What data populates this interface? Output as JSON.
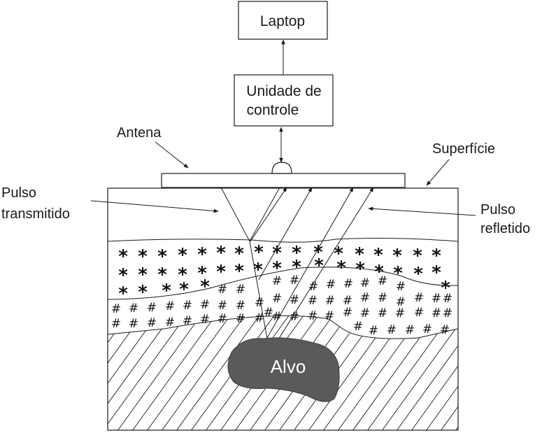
{
  "boxes": {
    "laptop": "Laptop",
    "control_unit_line1": "Unidade de",
    "control_unit_line2": "controle"
  },
  "labels": {
    "antenna": "Antena",
    "surface": "Superfície",
    "transmitted_line1": "Pulso",
    "transmitted_line2": "transmitido",
    "reflected_line1": "Pulso",
    "reflected_line2": "refletido",
    "target": "Alvo"
  },
  "symbols": {
    "asterisk_layer": "*",
    "hash_layer": "#"
  },
  "colors": {
    "target_fill": "#5a5a5a",
    "line": "#1a1a1a"
  }
}
